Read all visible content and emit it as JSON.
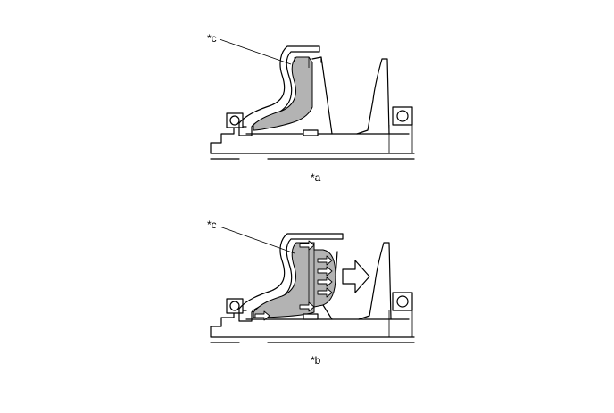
{
  "views": [
    {
      "id": "top",
      "caption": "*a",
      "callout": "*c",
      "fluid_state": "released"
    },
    {
      "id": "bottom",
      "caption": "*b",
      "callout": "*c",
      "fluid_state": "pressurized"
    }
  ],
  "colors": {
    "fluid": "#b3b3b3",
    "line": "#000000",
    "background": "#ffffff"
  }
}
